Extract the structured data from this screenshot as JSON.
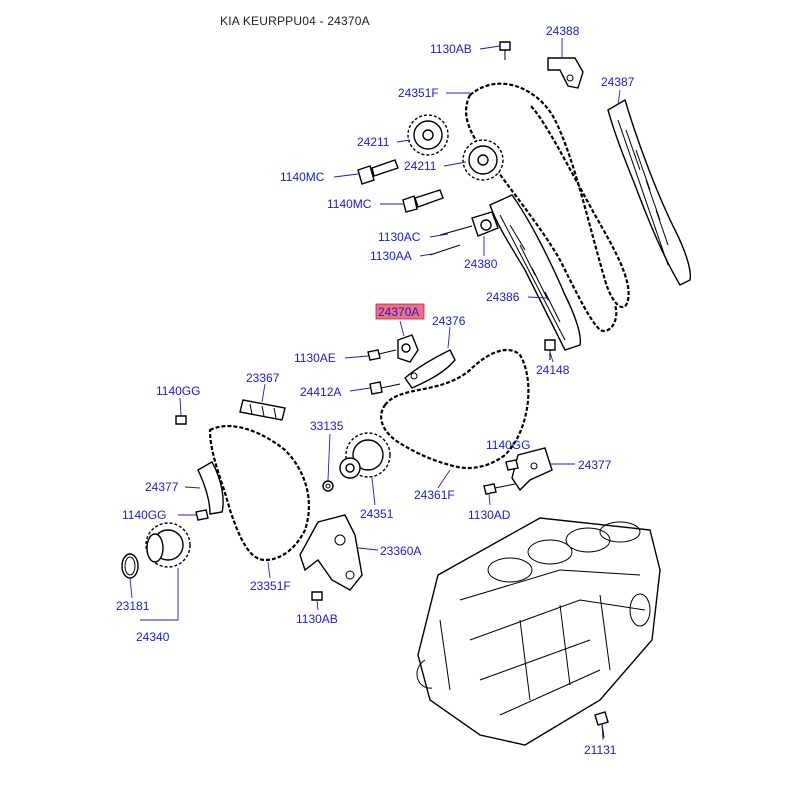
{
  "header": {
    "title": "KIA KEURPPU04 - 24370A"
  },
  "highlight": {
    "color": "#f07080",
    "part": "24370A"
  },
  "labels": {
    "p24388": "24388",
    "p1130AB_top": "1130AB",
    "p24387": "24387",
    "p24351F": "24351F",
    "p24211_a": "24211",
    "p24211_b": "24211",
    "p1140MC_a": "1140MC",
    "p1140MC_b": "1140MC",
    "p1130AC": "1130AC",
    "p1130AA": "1130AA",
    "p24380": "24380",
    "p24386": "24386",
    "p24370A": "24370A",
    "p24376": "24376",
    "p1130AE": "1130AE",
    "p24412A": "24412A",
    "p24148": "24148",
    "p1140GG_a": "1140GG",
    "p23367": "23367",
    "p33135": "33135",
    "p1140GG_b": "1140GG",
    "p24377_a": "24377",
    "p24377_b": "24377",
    "p24361F": "24361F",
    "p1130AD": "1130AD",
    "p24351": "24351",
    "p1140GG_c": "1140GG",
    "p23360A": "23360A",
    "p23181": "23181",
    "p23351F": "23351F",
    "p1130AB_bot": "1130AB",
    "p24340": "24340",
    "p21131": "21131"
  }
}
